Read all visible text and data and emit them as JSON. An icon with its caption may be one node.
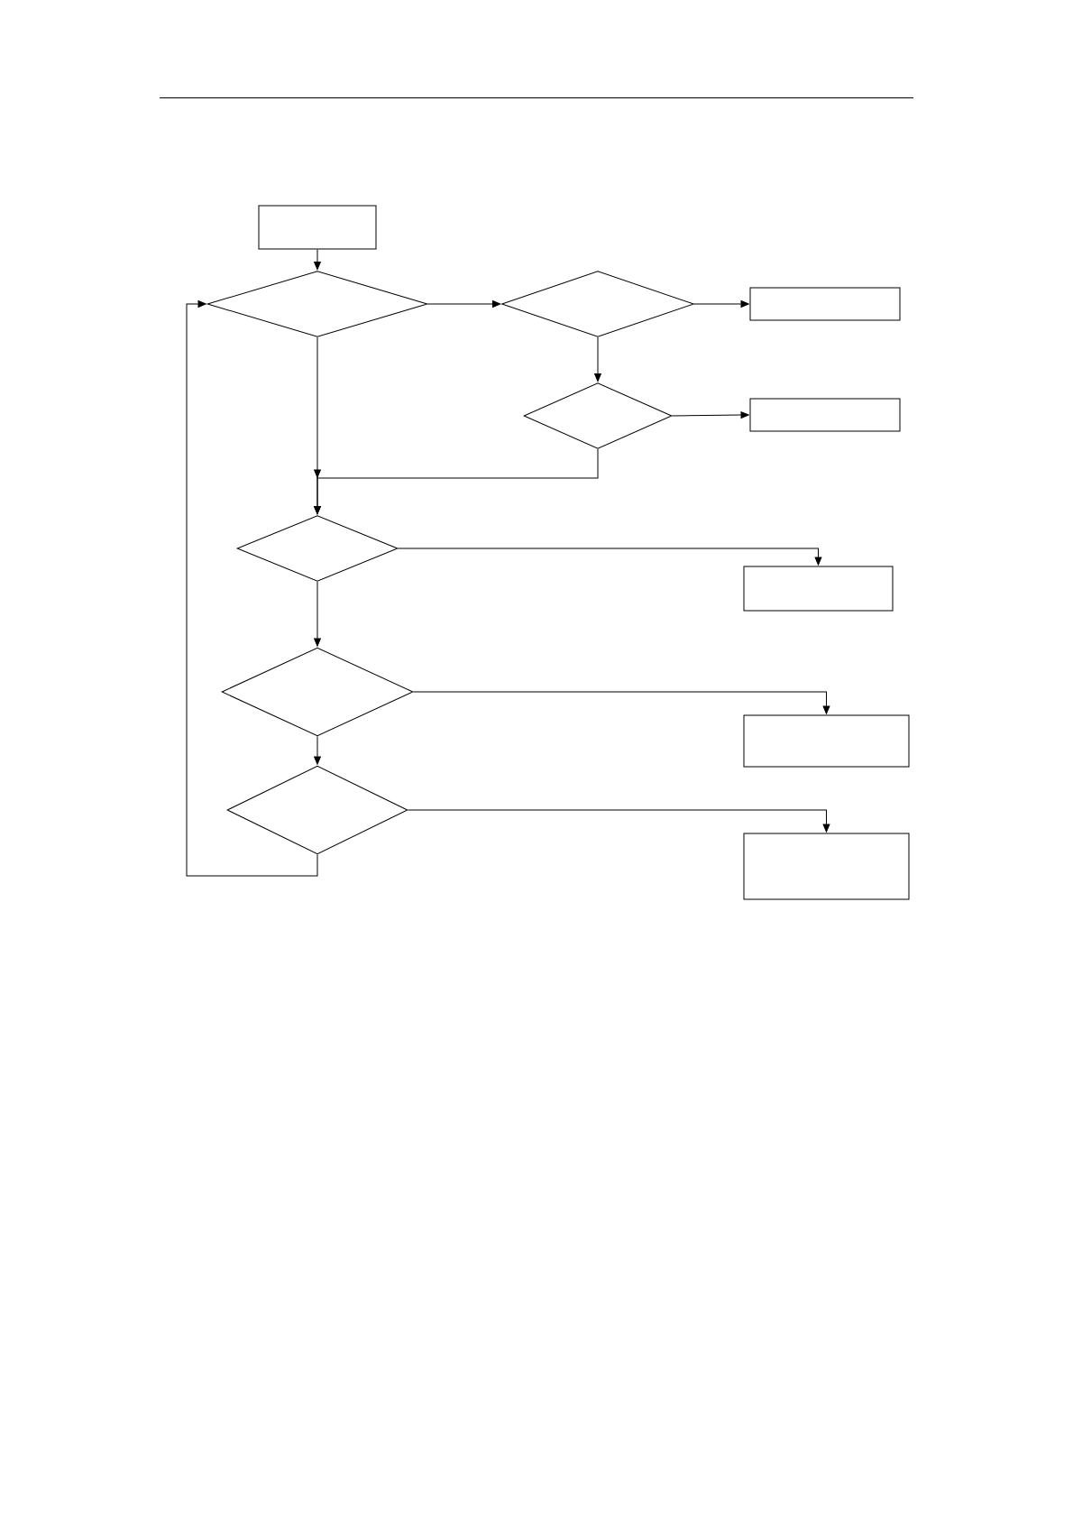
{
  "diagram": {
    "nodes": [
      {
        "text": [],
        "shape": "box"
      },
      {
        "text": [],
        "shape": "diamond"
      },
      {
        "text": [],
        "shape": "diamond"
      },
      {
        "text": [],
        "shape": "box"
      },
      {
        "text": [],
        "shape": "diamond"
      },
      {
        "text": [],
        "shape": "box"
      },
      {
        "text": [],
        "shape": "diamond"
      },
      {
        "text": [],
        "shape": "box"
      },
      {
        "text": [],
        "shape": "diamond"
      },
      {
        "text": [],
        "shape": "box"
      },
      {
        "text": [],
        "shape": "diamond"
      },
      {
        "text": [],
        "shape": "box"
      }
    ],
    "edges": [
      {
        "from": 0,
        "to": 1,
        "arrow": "to"
      },
      {
        "from": 1,
        "to": 2,
        "arrow": "to"
      },
      {
        "from": 2,
        "to": 3,
        "arrow": "to"
      },
      {
        "from": 2,
        "to": 4,
        "arrow": "to"
      },
      {
        "from": 4,
        "to": 5,
        "arrow": "to"
      },
      {
        "from": 1,
        "to": 6,
        "arrow": "to"
      },
      {
        "from": 4,
        "to": 6,
        "arrow": "to"
      },
      {
        "from": 6,
        "to": 7,
        "arrow": "to"
      },
      {
        "from": 6,
        "to": 8,
        "arrow": "to"
      },
      {
        "from": 8,
        "to": 9,
        "arrow": "to"
      },
      {
        "from": 8,
        "to": 10,
        "arrow": "to"
      },
      {
        "from": 10,
        "to": 11,
        "arrow": "to"
      },
      {
        "from": 10,
        "to": 1,
        "arrow": "to"
      }
    ]
  }
}
